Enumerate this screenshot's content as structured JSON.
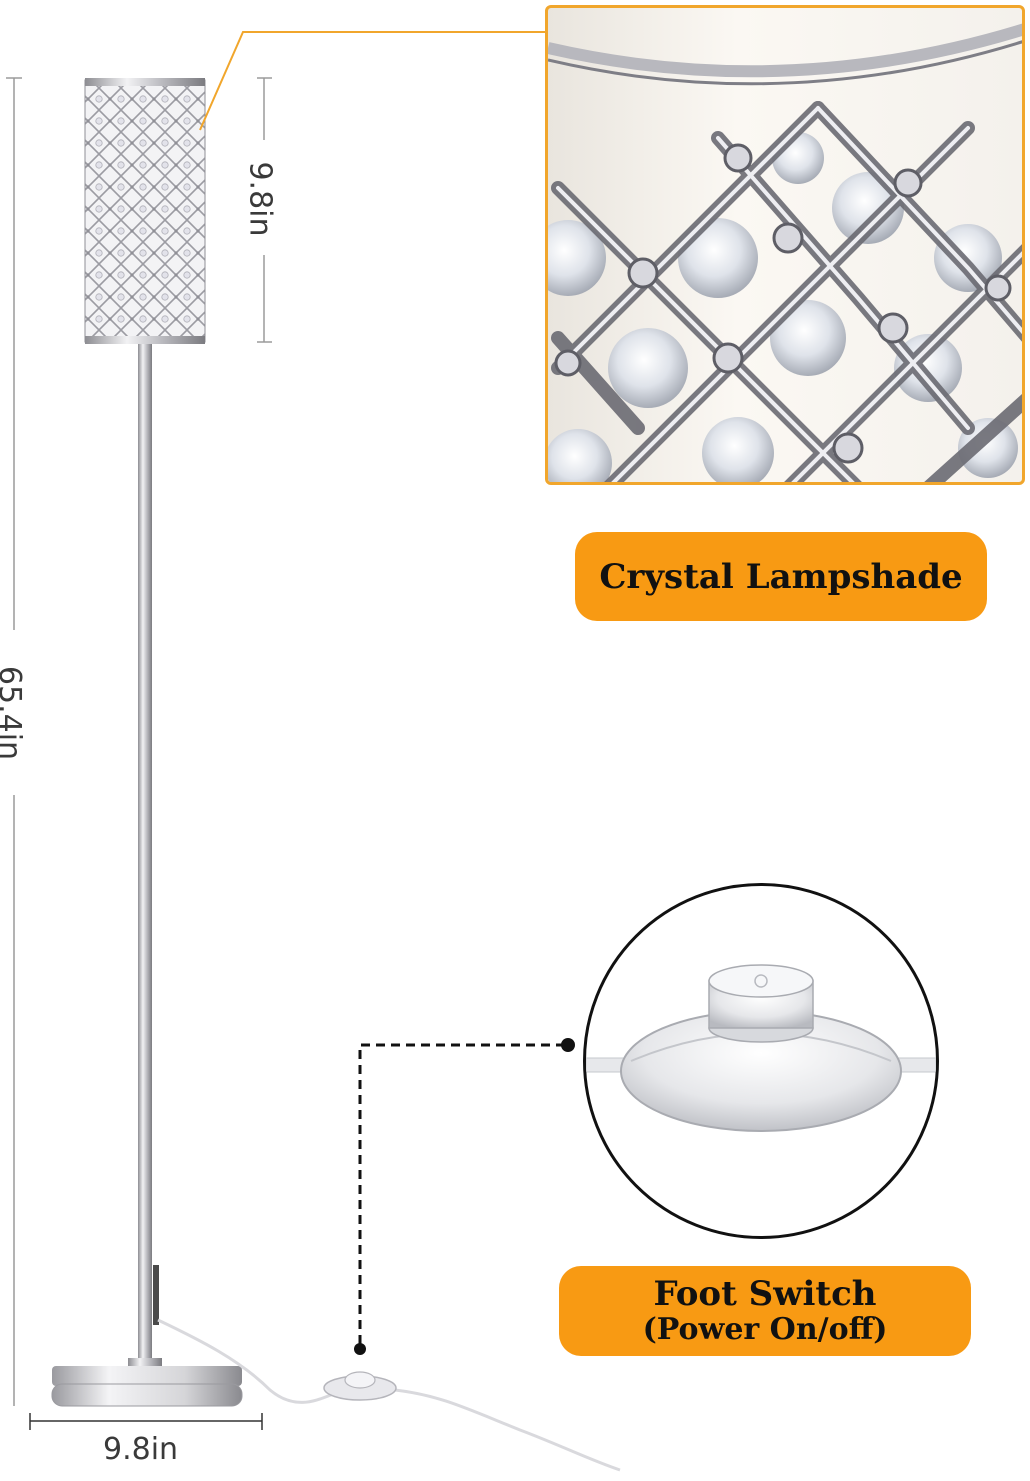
{
  "dimensions": {
    "total_height": "65.4in",
    "shade_height": "9.8in",
    "base_width": "9.8in"
  },
  "callouts": {
    "lampshade": {
      "title": "Crystal Lampshade"
    },
    "switch": {
      "title": "Foot Switch",
      "subtitle": "(Power On/off)"
    }
  },
  "colors": {
    "accent": "#f89a13",
    "frame": "#f1a62c",
    "chrome": "#c8c8cc"
  },
  "icons": {
    "lamp": "floor-lamp-illustration",
    "zoom": "crystal-detail-image",
    "switch": "foot-switch-image"
  }
}
